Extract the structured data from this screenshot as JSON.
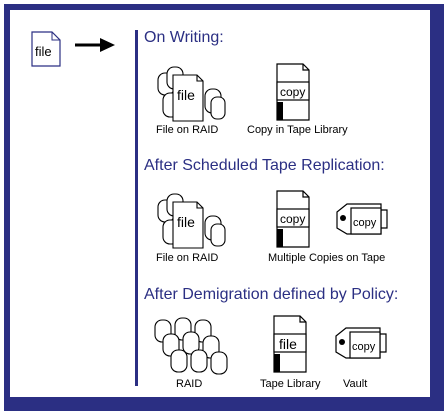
{
  "input": {
    "label": "file"
  },
  "sections": [
    {
      "heading": "On Writing:",
      "items": [
        {
          "caption": "File on RAID",
          "icon": "raid-file-icon",
          "icon_text": "file"
        },
        {
          "caption": "Copy in Tape Library",
          "icon": "tape-library-icon",
          "icon_text": "copy"
        }
      ]
    },
    {
      "heading": "After Scheduled Tape Replication:",
      "items": [
        {
          "caption": "File on RAID",
          "icon": "raid-file-icon",
          "icon_text": "file"
        },
        {
          "caption": "Multiple Copies on Tape",
          "icon": "tape-library-and-vault-icon",
          "icon_text_1": "copy",
          "icon_text_2": "copy"
        }
      ]
    },
    {
      "heading": "After Demigration defined by Policy:",
      "items": [
        {
          "caption": "RAID",
          "icon": "raid-disks-icon"
        },
        {
          "caption": "Tape Library",
          "icon": "tape-library-icon",
          "icon_text": "file"
        },
        {
          "caption": "Vault",
          "icon": "vault-icon",
          "icon_text": "copy"
        }
      ]
    }
  ],
  "colors": {
    "frame": "#2b2f83",
    "divider": "#2b2f83",
    "ink": "#000000"
  }
}
